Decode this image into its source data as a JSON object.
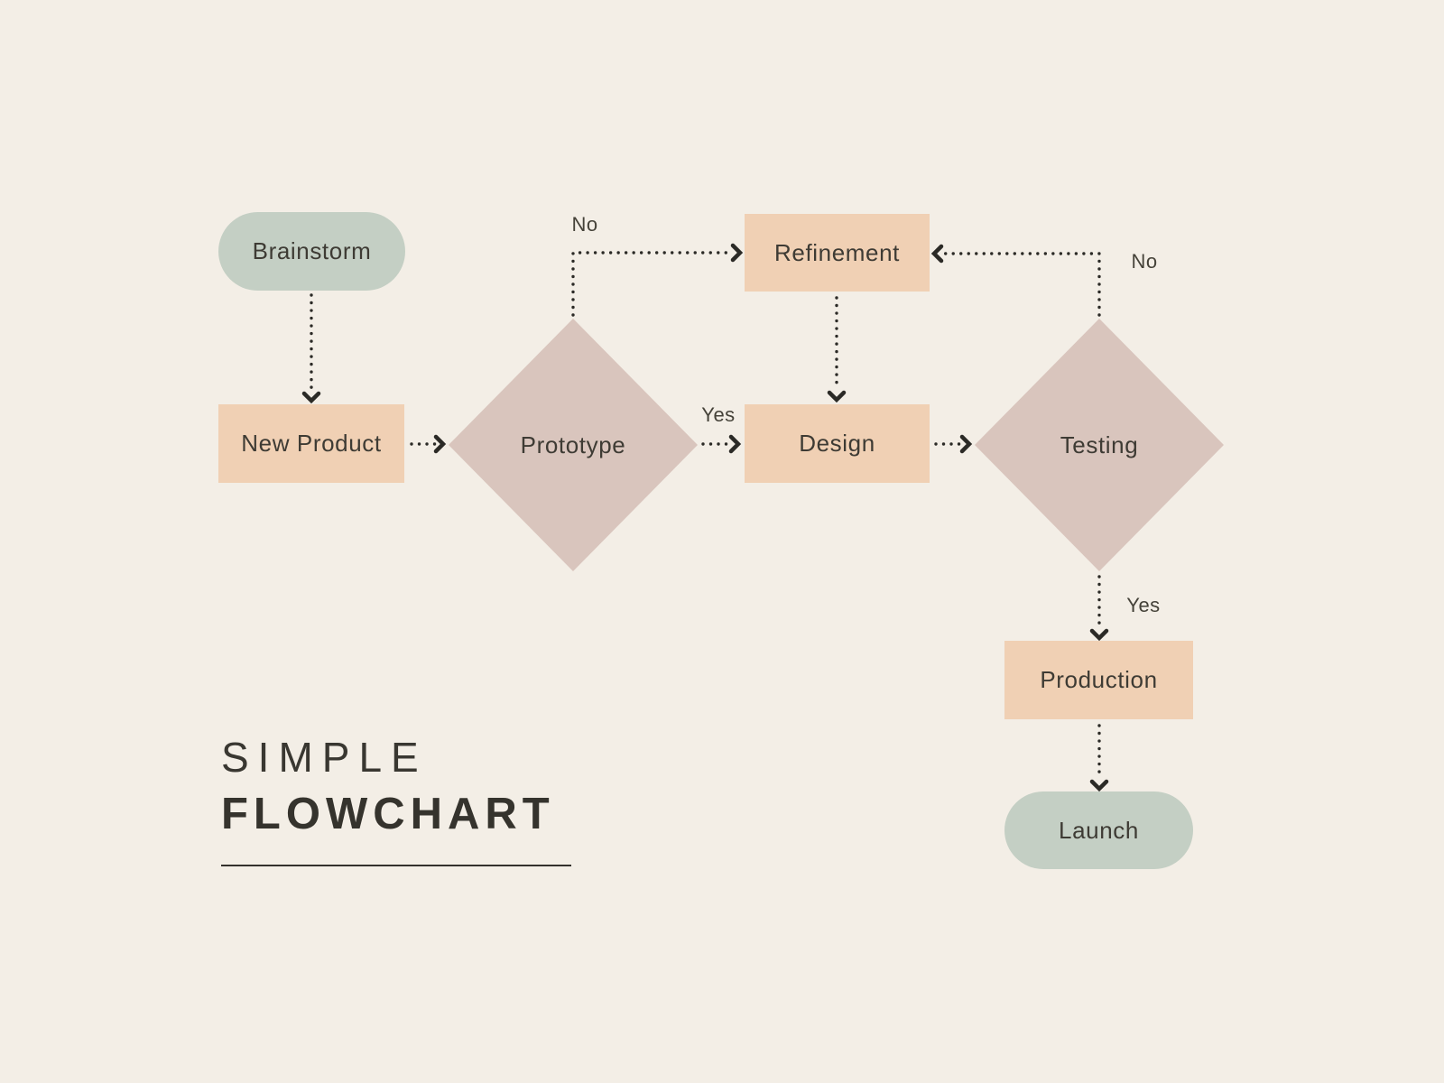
{
  "title": {
    "line1": "SIMPLE",
    "line2": "FLOWCHART"
  },
  "nodes": {
    "brainstorm": {
      "label": "Brainstorm",
      "shape": "pill"
    },
    "new_product": {
      "label": "New Product",
      "shape": "rect"
    },
    "prototype": {
      "label": "Prototype",
      "shape": "diamond"
    },
    "refinement": {
      "label": "Refinement",
      "shape": "rect"
    },
    "design": {
      "label": "Design",
      "shape": "rect"
    },
    "testing": {
      "label": "Testing",
      "shape": "diamond"
    },
    "production": {
      "label": "Production",
      "shape": "rect"
    },
    "launch": {
      "label": "Launch",
      "shape": "pill"
    }
  },
  "edge_labels": {
    "prototype_no": "No",
    "prototype_yes": "Yes",
    "testing_no": "No",
    "testing_yes": "Yes"
  },
  "edges": [
    {
      "from": "Brainstorm",
      "to": "New Product",
      "label": ""
    },
    {
      "from": "New Product",
      "to": "Prototype",
      "label": ""
    },
    {
      "from": "Prototype",
      "to": "Refinement",
      "label": "No"
    },
    {
      "from": "Prototype",
      "to": "Design",
      "label": "Yes"
    },
    {
      "from": "Refinement",
      "to": "Design",
      "label": ""
    },
    {
      "from": "Design",
      "to": "Testing",
      "label": ""
    },
    {
      "from": "Testing",
      "to": "Refinement",
      "label": "No"
    },
    {
      "from": "Testing",
      "to": "Production",
      "label": "Yes"
    },
    {
      "from": "Production",
      "to": "Launch",
      "label": ""
    }
  ],
  "colors": {
    "background": "#f3eee6",
    "pill_fill": "#c4cfc4",
    "rect_fill": "#f0d0b4",
    "diamond_fill": "#d9c5bd",
    "arrow_stroke": "#2b2a26",
    "node_text": "#3e3b34",
    "title_text": "#35332d"
  }
}
